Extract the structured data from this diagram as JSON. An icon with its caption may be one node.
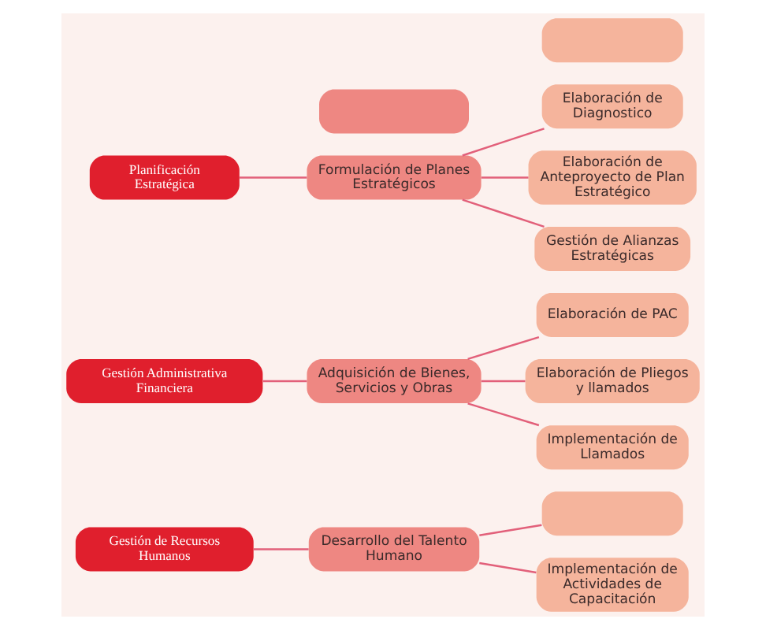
{
  "diagram": {
    "nodes": [
      {
        "text": [
          "Gestión de Recursos Humanos"
        ]
      },
      {
        "text": [
          "Desarrollo del Talento Humano"
        ]
      },
      {
        "text": [],
        "shape": "box"
      },
      {
        "text": [
          "Implementación de Actividades de Capacitación"
        ]
      },
      {
        "text": [
          "Gestión Administrativa Financiera"
        ]
      },
      {
        "text": [
          "Adquisición de Bienes, Servicios y Obras"
        ]
      },
      {
        "text": [
          "Elaboración de PAC"
        ]
      },
      {
        "text": [
          "Elaboración de Pliegos y llamados"
        ]
      },
      {
        "text": [
          "Implementación de Llamados"
        ]
      },
      {
        "text": [
          "Planificación Estratégica"
        ]
      },
      {
        "text": [
          "Formulación de Planes Estratégicos"
        ]
      },
      {
        "text": [
          "Elaboración de Diagnostico"
        ]
      },
      {
        "text": [
          "Elaboración de Anteproyecto de Plan Estratégico"
        ]
      },
      {
        "text": [
          "Gestión de Alianzas Estratégicas"
        ]
      },
      {
        "text": [],
        "shape": "box"
      },
      {
        "text": [],
        "shape": "box"
      }
    ],
    "edges": [
      {
        "from": 0,
        "to": 1,
        "arrow": "none"
      },
      {
        "from": 1,
        "to": 2,
        "arrow": "none"
      },
      {
        "from": 1,
        "to": 3,
        "arrow": "none"
      },
      {
        "from": 4,
        "to": 5,
        "arrow": "none"
      },
      {
        "from": 5,
        "to": 6,
        "arrow": "none"
      },
      {
        "from": 5,
        "to": 7,
        "arrow": "none"
      },
      {
        "from": 5,
        "to": 8,
        "arrow": "none"
      },
      {
        "from": 9,
        "to": 10,
        "arrow": "none"
      },
      {
        "from": 10,
        "to": 11,
        "arrow": "none"
      },
      {
        "from": 10,
        "to": 12,
        "arrow": "none"
      },
      {
        "from": 10,
        "to": 13,
        "arrow": "none"
      }
    ]
  }
}
